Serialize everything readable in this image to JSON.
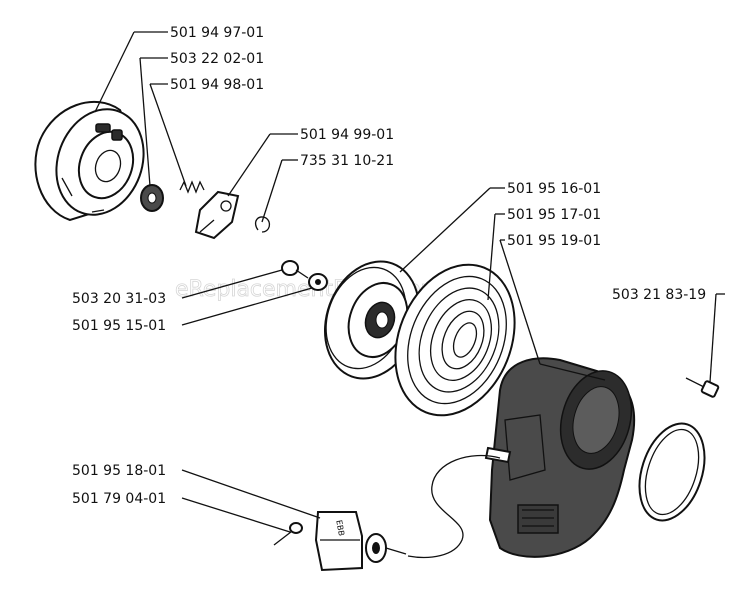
{
  "watermark": "eReplacementParts.com",
  "labels": {
    "p_501_94_97_01": "501 94 97-01",
    "p_503_22_02_01": "503 22 02-01",
    "p_501_94_98_01": "501 94 98-01",
    "p_501_94_99_01": "501 94 99-01",
    "p_735_31_10_21": "735 31 10-21",
    "p_501_95_16_01": "501 95 16-01",
    "p_501_95_17_01": "501 95 17-01",
    "p_501_95_19_01": "501 95 19-01",
    "p_503_21_83_19": "503 21 83-19",
    "p_503_20_31_03": "503 20 31-03",
    "p_501_95_15_01": "501 95 15-01",
    "p_501_95_18_01": "501 95 18-01",
    "p_501_79_04_01": "501 79 04-01"
  },
  "handle_text": "EBB"
}
